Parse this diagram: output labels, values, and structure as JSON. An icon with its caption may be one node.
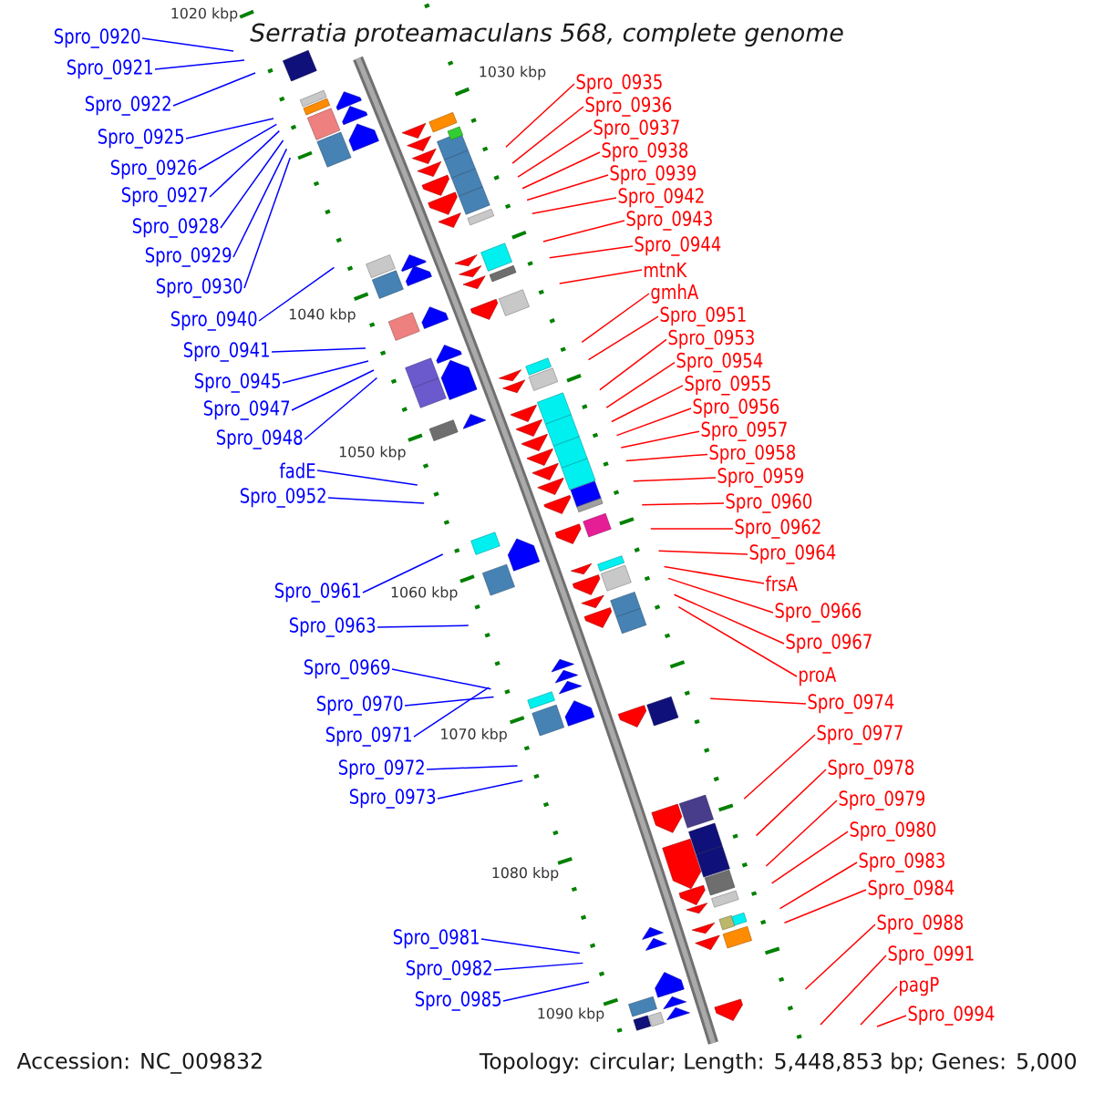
{
  "diagram": {
    "title": "Serratia proteamaculans 568, complete genome",
    "nodes": [
      {
        "text": [
          "Spro_0920"
        ]
      },
      {
        "text": [
          "Spro_0921"
        ]
      },
      {
        "text": [
          "Spro_0922"
        ]
      },
      {
        "text": [
          "Spro_0925"
        ]
      },
      {
        "text": [
          "Spro_0926"
        ]
      },
      {
        "text": [
          "Spro_0927"
        ]
      },
      {
        "text": [
          "Spro_0928"
        ]
      },
      {
        "text": [
          "Spro_0929"
        ]
      },
      {
        "text": [
          "Spro_0930"
        ]
      },
      {
        "text": [
          "Spro_0940"
        ]
      },
      {
        "text": [
          "Spro_0941"
        ]
      },
      {
        "text": [
          "Spro_0945"
        ]
      },
      {
        "text": [
          "Spro_0947"
        ]
      },
      {
        "text": [
          "Spro_0948"
        ]
      },
      {
        "text": [
          "fadE"
        ]
      },
      {
        "text": [
          "Spro_0952"
        ]
      },
      {
        "text": [
          "Spro_0961"
        ]
      },
      {
        "text": [
          "Spro_0963"
        ]
      },
      {
        "text": [
          "Spro_0969"
        ]
      },
      {
        "text": [
          "Spro_0970"
        ]
      },
      {
        "text": [
          "Spro_0971"
        ]
      },
      {
        "text": [
          "Spro_0972"
        ]
      },
      {
        "text": [
          "Spro_0973"
        ]
      },
      {
        "text": [
          "Spro_0981"
        ]
      },
      {
        "text": [
          "Spro_0982"
        ]
      },
      {
        "text": [
          "Spro_0985"
        ]
      },
      {
        "text": [
          "Spro_0935"
        ]
      },
      {
        "text": [
          "Spro_0936"
        ]
      },
      {
        "text": [
          "Spro_0937"
        ]
      },
      {
        "text": [
          "Spro_0938"
        ]
      },
      {
        "text": [
          "Spro_0939"
        ]
      },
      {
        "text": [
          "Spro_0942"
        ]
      },
      {
        "text": [
          "Spro_0943"
        ]
      },
      {
        "text": [
          "Spro_0944"
        ]
      },
      {
        "text": [
          "mtnK"
        ]
      },
      {
        "text": [
          "gmhA"
        ]
      },
      {
        "text": [
          "Spro_0951"
        ]
      },
      {
        "text": [
          "Spro_0953"
        ]
      },
      {
        "text": [
          "Spro_0954"
        ]
      },
      {
        "text": [
          "Spro_0955"
        ]
      },
      {
        "text": [
          "Spro_0956"
        ]
      },
      {
        "text": [
          "Spro_0957"
        ]
      },
      {
        "text": [
          "Spro_0958"
        ]
      },
      {
        "text": [
          "Spro_0959"
        ]
      },
      {
        "text": [
          "Spro_0960"
        ]
      },
      {
        "text": [
          "Spro_0962"
        ]
      },
      {
        "text": [
          "Spro_0964"
        ]
      },
      {
        "text": [
          "frsA"
        ]
      },
      {
        "text": [
          "Spro_0966"
        ]
      },
      {
        "text": [
          "Spro_0967"
        ]
      },
      {
        "text": [
          "proA"
        ]
      },
      {
        "text": [
          "Spro_0974"
        ]
      },
      {
        "text": [
          "Spro_0977"
        ]
      },
      {
        "text": [
          "Spro_0978"
        ]
      },
      {
        "text": [
          "Spro_0979"
        ]
      },
      {
        "text": [
          "Spro_0980"
        ]
      },
      {
        "text": [
          "Spro_0983"
        ]
      },
      {
        "text": [
          "Spro_0984"
        ]
      },
      {
        "text": [
          "Spro_0988"
        ]
      },
      {
        "text": [
          "Spro_0991"
        ]
      },
      {
        "text": [
          "pagP"
        ]
      },
      {
        "text": [
          "Spro_0994"
        ]
      }
    ],
    "edges": [
      {
        "from": 0,
        "to": null,
        "arrow": "none",
        "color": "#0000ff"
      },
      {
        "from": 1,
        "to": null,
        "arrow": "none",
        "color": "#0000ff"
      },
      {
        "from": 2,
        "to": null,
        "arrow": "none",
        "color": "#0000ff"
      },
      {
        "from": 3,
        "to": null,
        "arrow": "none",
        "color": "#0000ff"
      },
      {
        "from": 4,
        "to": null,
        "arrow": "none",
        "color": "#0000ff"
      },
      {
        "from": 5,
        "to": null,
        "arrow": "none",
        "color": "#0000ff"
      },
      {
        "from": 6,
        "to": null,
        "arrow": "none",
        "color": "#0000ff"
      },
      {
        "from": 7,
        "to": null,
        "arrow": "none",
        "color": "#0000ff"
      },
      {
        "from": 8,
        "to": null,
        "arrow": "none",
        "color": "#0000ff"
      },
      {
        "from": 9,
        "to": null,
        "arrow": "none",
        "color": "#0000ff"
      },
      {
        "from": 10,
        "to": null,
        "arrow": "none",
        "color": "#0000ff"
      },
      {
        "from": 11,
        "to": null,
        "arrow": "none",
        "color": "#0000ff"
      },
      {
        "from": 12,
        "to": null,
        "arrow": "none",
        "color": "#0000ff"
      },
      {
        "from": 13,
        "to": null,
        "arrow": "none",
        "color": "#0000ff"
      },
      {
        "from": 14,
        "to": null,
        "arrow": "none",
        "color": "#0000ff"
      },
      {
        "from": 15,
        "to": null,
        "arrow": "none",
        "color": "#0000ff"
      },
      {
        "from": 16,
        "to": null,
        "arrow": "none",
        "color": "#0000ff"
      },
      {
        "from": 17,
        "to": null,
        "arrow": "none",
        "color": "#0000ff"
      },
      {
        "from": 18,
        "to": null,
        "arrow": "none",
        "color": "#0000ff"
      },
      {
        "from": 19,
        "to": null,
        "arrow": "none",
        "color": "#0000ff"
      },
      {
        "from": 20,
        "to": null,
        "arrow": "none",
        "color": "#0000ff"
      },
      {
        "from": 21,
        "to": null,
        "arrow": "none",
        "color": "#0000ff"
      },
      {
        "from": 22,
        "to": null,
        "arrow": "none",
        "color": "#0000ff"
      },
      {
        "from": 23,
        "to": null,
        "arrow": "none",
        "color": "#0000ff"
      },
      {
        "from": 24,
        "to": null,
        "arrow": "none",
        "color": "#0000ff"
      },
      {
        "from": 25,
        "to": null,
        "arrow": "none",
        "color": "#0000ff"
      },
      {
        "from": 26,
        "to": null,
        "arrow": "none"
      },
      {
        "from": 27,
        "to": null,
        "arrow": "none"
      },
      {
        "from": 28,
        "to": null,
        "arrow": "none"
      },
      {
        "from": 29,
        "to": null,
        "arrow": "none"
      },
      {
        "from": 30,
        "to": null,
        "arrow": "none"
      },
      {
        "from": 31,
        "to": null,
        "arrow": "none"
      },
      {
        "from": 32,
        "to": null,
        "arrow": "none"
      },
      {
        "from": 33,
        "to": null,
        "arrow": "none"
      },
      {
        "from": 34,
        "to": null,
        "arrow": "none"
      },
      {
        "from": 35,
        "to": null,
        "arrow": "none"
      },
      {
        "from": 36,
        "to": null,
        "arrow": "none"
      },
      {
        "from": 37,
        "to": null,
        "arrow": "none"
      },
      {
        "from": 38,
        "to": null,
        "arrow": "none"
      },
      {
        "from": 39,
        "to": null,
        "arrow": "none"
      },
      {
        "from": 40,
        "to": null,
        "arrow": "none"
      },
      {
        "from": 41,
        "to": null,
        "arrow": "none"
      },
      {
        "from": 42,
        "to": null,
        "arrow": "none"
      },
      {
        "from": 43,
        "to": null,
        "arrow": "none"
      },
      {
        "from": 44,
        "to": null,
        "arrow": "none"
      },
      {
        "from": 45,
        "to": null,
        "arrow": "none"
      },
      {
        "from": 46,
        "to": null,
        "arrow": "none"
      },
      {
        "from": 47,
        "to": null,
        "arrow": "none"
      },
      {
        "from": 48,
        "to": null,
        "arrow": "none"
      },
      {
        "from": 49,
        "to": null,
        "arrow": "none"
      },
      {
        "from": 50,
        "to": null,
        "arrow": "none"
      },
      {
        "from": 51,
        "to": null,
        "arrow": "none"
      },
      {
        "from": 52,
        "to": null,
        "arrow": "none"
      },
      {
        "from": 53,
        "to": null,
        "arrow": "none"
      },
      {
        "from": 54,
        "to": null,
        "arrow": "none"
      },
      {
        "from": 55,
        "to": null,
        "arrow": "none"
      },
      {
        "from": 56,
        "to": null,
        "arrow": "none"
      },
      {
        "from": 57,
        "to": null,
        "arrow": "none"
      },
      {
        "from": 58,
        "to": null,
        "arrow": "none"
      },
      {
        "from": 59,
        "to": null,
        "arrow": "none"
      },
      {
        "from": 60,
        "to": null,
        "arrow": "none"
      },
      {
        "from": 61,
        "to": null,
        "arrow": "none"
      }
    ],
    "labels": [
      "1020 kbp",
      "1030 kbp",
      "1040 kbp",
      "1050 kbp",
      "1060 kbp",
      "1070 kbp",
      "1080 kbp",
      "1090 kbp",
      "Accession: NC_009832",
      "Topology: circular; Length: 5,448,853 bp; Genes: 5,000"
    ]
  }
}
